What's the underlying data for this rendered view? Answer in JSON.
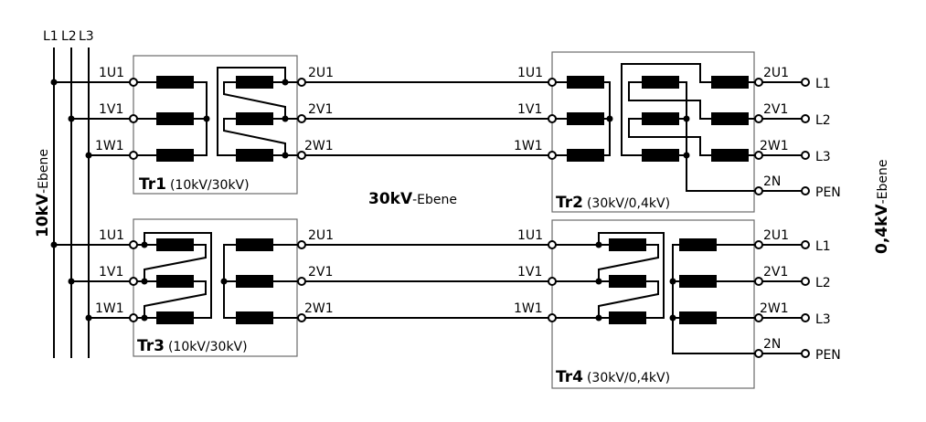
{
  "bus_labels": [
    "L1",
    "L2",
    "L3"
  ],
  "levels": {
    "hv": {
      "value": "10kV",
      "suffix": "-Ebene"
    },
    "mv": {
      "value": "30kV",
      "suffix": "-Ebene"
    },
    "lv": {
      "value": "0,4kV",
      "suffix": "-Ebene"
    }
  },
  "transformers": [
    {
      "id": "Tr1",
      "rating": "(10kV/30kV)",
      "primary": [
        "1U1",
        "1V1",
        "1W1"
      ],
      "secondary": [
        "2U1",
        "2V1",
        "2W1"
      ]
    },
    {
      "id": "Tr2",
      "rating": "(30kV/0,4kV)",
      "primary": [
        "1U1",
        "1V1",
        "1W1"
      ],
      "secondary": [
        "2U1",
        "2V1",
        "2W1",
        "2N"
      ]
    },
    {
      "id": "Tr3",
      "rating": "(10kV/30kV)",
      "primary": [
        "1U1",
        "1V1",
        "1W1"
      ],
      "secondary": [
        "2U1",
        "2V1",
        "2W1"
      ]
    },
    {
      "id": "Tr4",
      "rating": "(30kV/0,4kV)",
      "primary": [
        "1U1",
        "1V1",
        "1W1"
      ],
      "secondary": [
        "2U1",
        "2V1",
        "2W1",
        "2N"
      ]
    }
  ],
  "outputs": [
    "L1",
    "L2",
    "L3",
    "PEN"
  ]
}
